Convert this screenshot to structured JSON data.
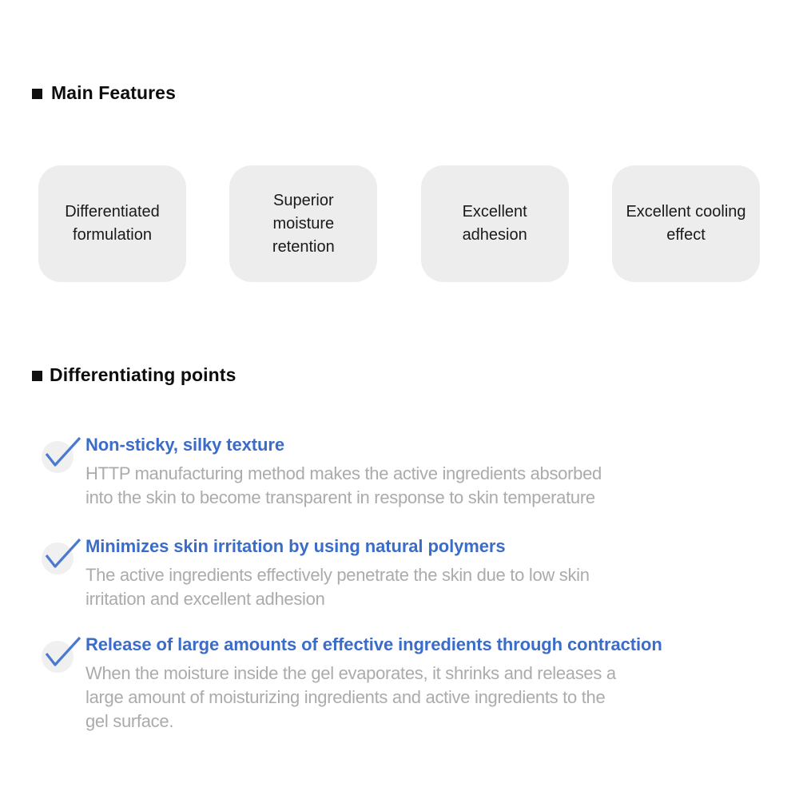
{
  "colors": {
    "accent_blue": "#3A6CC8",
    "check_blue": "#4A7AD0",
    "card_background": "#EDEDED",
    "check_circle_background": "#F0F0F0",
    "description_gray": "#ABABAB",
    "heading_black": "#0D0D0D",
    "page_background": "#FFFFFF"
  },
  "sections": {
    "main_features": {
      "title": "Main Features",
      "cards": [
        {
          "label": "Differentiated formulation"
        },
        {
          "label": "Superior moisture retention"
        },
        {
          "label": "Excellent adhesion"
        },
        {
          "label": "Excellent cooling effect"
        }
      ]
    },
    "differentiating_points": {
      "title": "Differentiating points",
      "items": [
        {
          "title": "Non-sticky, silky texture",
          "description": "HTTP manufacturing method makes the active ingredients absorbed into the skin to become transparent in response to skin temperature",
          "lines": [
            "HTTP manufacturing method makes the active ingredients absorbed",
            "into the skin to become transparent in response to skin temperature"
          ]
        },
        {
          "title": "Minimizes skin irritation by using natural polymers",
          "description": "The active ingredients effectively penetrate the skin due to low skin irritation and excellent adhesion",
          "lines": [
            "The active ingredients effectively penetrate the skin due to low skin",
            "irritation and excellent adhesion"
          ]
        },
        {
          "title": "Release of large amounts of effective ingredients through contraction",
          "description": "When the moisture inside the gel evaporates, it shrinks and releases a large amount of moisturizing ingredients and active ingredients to the gel surface.",
          "lines": [
            "When the moisture inside the gel evaporates, it shrinks and releases a",
            "large amount of moisturizing ingredients and active ingredients to the",
            "gel surface."
          ]
        }
      ]
    }
  }
}
